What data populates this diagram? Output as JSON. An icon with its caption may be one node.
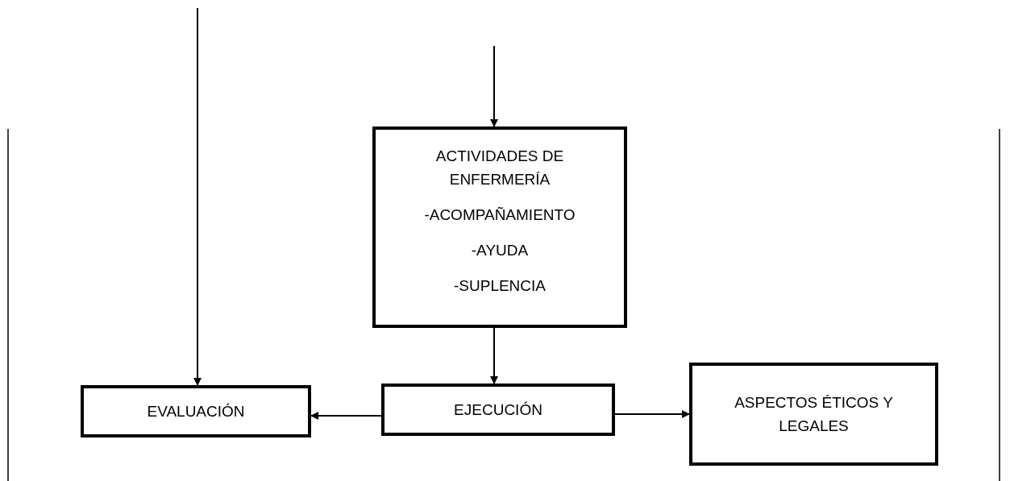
{
  "diagram": {
    "nodes": [
      {
        "text": [
          "ACTIVIDADES DE ENFERMERÍA",
          "-ACOMPAÑAMIENTO",
          "-AYUDA",
          "-SUPLENCIA"
        ]
      },
      {
        "text": [
          "EVALUACIÓN"
        ]
      },
      {
        "text": [
          "EJECUCIÓN"
        ]
      },
      {
        "text": [
          "ASPECTOS ÉTICOS Y LEGALES"
        ]
      }
    ],
    "edges": [
      {
        "from": null,
        "to": 0,
        "arrow": "to"
      },
      {
        "from": null,
        "to": 1,
        "arrow": "to"
      },
      {
        "from": 0,
        "to": 2,
        "arrow": "to"
      },
      {
        "from": 2,
        "to": 1,
        "arrow": "to"
      },
      {
        "from": 2,
        "to": 3,
        "arrow": "to"
      }
    ]
  }
}
